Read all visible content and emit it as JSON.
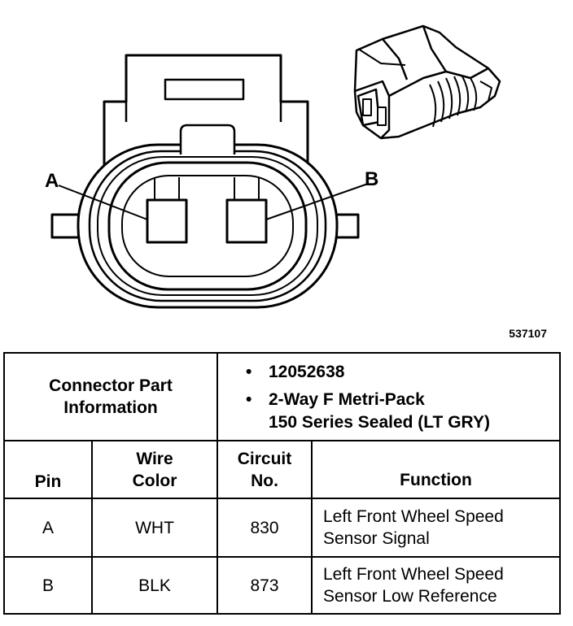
{
  "figure": {
    "pin_a_label": "A",
    "pin_b_label": "B",
    "figure_number": "537107"
  },
  "table": {
    "info_label_line1": "Connector Part",
    "info_label_line2": "Information",
    "part_number": "12052638",
    "description_line1": "2-Way F Metri-Pack",
    "description_line2": "150 Series Sealed (LT GRY)",
    "bullet": "•",
    "columns": {
      "pin": "Pin",
      "wire_color_line1": "Wire",
      "wire_color_line2": "Color",
      "circuit_line1": "Circuit",
      "circuit_line2": "No.",
      "function": "Function"
    },
    "rows": [
      {
        "pin": "A",
        "wire_color": "WHT",
        "circuit": "830",
        "function_line1": "Left Front Wheel Speed",
        "function_line2": "Sensor Signal"
      },
      {
        "pin": "B",
        "wire_color": "BLK",
        "circuit": "873",
        "function_line1": "Left Front Wheel Speed",
        "function_line2": "Sensor Low Reference"
      }
    ]
  }
}
